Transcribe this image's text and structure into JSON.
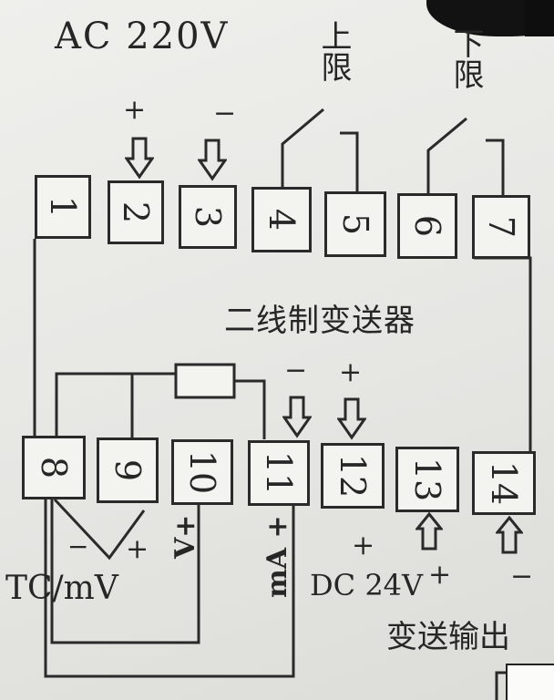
{
  "power_label": "AC 220V",
  "upper_limit_label": "上限",
  "lower_limit_label": "下限",
  "device_label": "二线制变送器",
  "output_label": "变送输出",
  "supply_label": "DC 24V",
  "tc_label": "TC/mV",
  "voltage_label": "V+",
  "current_label": "mA +",
  "plus": "+",
  "minus": "−",
  "top_terminals": [
    "1",
    "2",
    "3",
    "4",
    "5",
    "6",
    "7"
  ],
  "bottom_terminals": [
    "8",
    "9",
    "10",
    "11",
    "12",
    "13",
    "14"
  ]
}
